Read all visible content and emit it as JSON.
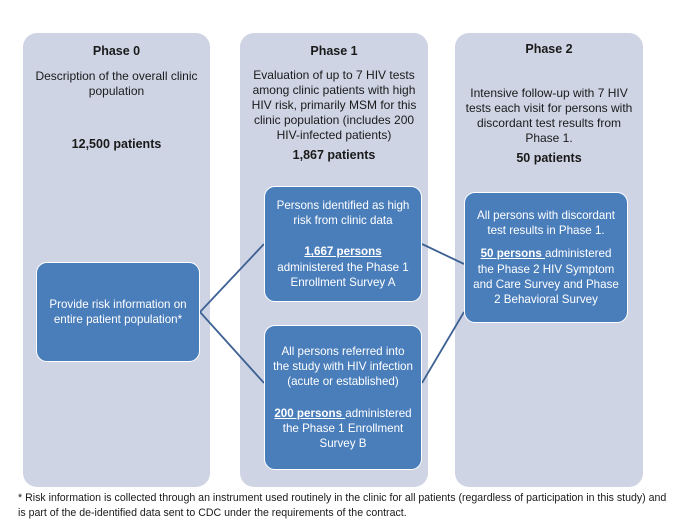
{
  "diagram": {
    "columns": [
      {
        "id": "phase0",
        "title": "Phase 0",
        "description": "Description of the overall clinic population",
        "count": "12,500 patients"
      },
      {
        "id": "phase1",
        "title": "Phase 1",
        "description": "Evaluation of up to 7 HIV tests among clinic patients with high HIV risk, primarily MSM for this clinic population (includes 200 HIV-infected patients)",
        "count": "1,867 patients"
      },
      {
        "id": "phase2",
        "title": "Phase 2",
        "description": "Intensive follow-up with 7 HIV tests each visit for persons with discordant test results from Phase 1.",
        "count": "50 patients"
      }
    ],
    "boxes": {
      "risk": {
        "line1": "Provide risk information on entire patient population*"
      },
      "high_risk": {
        "line1": "Persons identified as high risk from clinic data",
        "emphasis": "1,667 persons",
        "line2": "administered the Phase 1 Enrollment Survey A"
      },
      "referred": {
        "line1": "All persons  referred into the study  with HIV infection (acute or established)",
        "emphasis": "200 persons ",
        "line2": "administered the Phase 1 Enrollment Survey B"
      },
      "discordant": {
        "line1": "All persons with discordant test results in Phase 1.",
        "emphasis": "50 persons ",
        "line2": "administered the Phase 2 HIV Symptom and Care Survey and Phase 2 Behavioral Survey"
      }
    },
    "footnote": "* Risk information is collected through an instrument used routinely in the clinic for all patients (regardless of participation in this study) and is part of the de-identified data sent to CDC under the requirements of the contract.",
    "colors": {
      "column_fill": "#ced4e4",
      "box_fill": "#4a7ebb",
      "box_border": "#ffffff",
      "connector": "#3d6193",
      "text_dark": "#1a1a1a",
      "text_light": "#ffffff",
      "page_background": "#ffffff"
    }
  }
}
